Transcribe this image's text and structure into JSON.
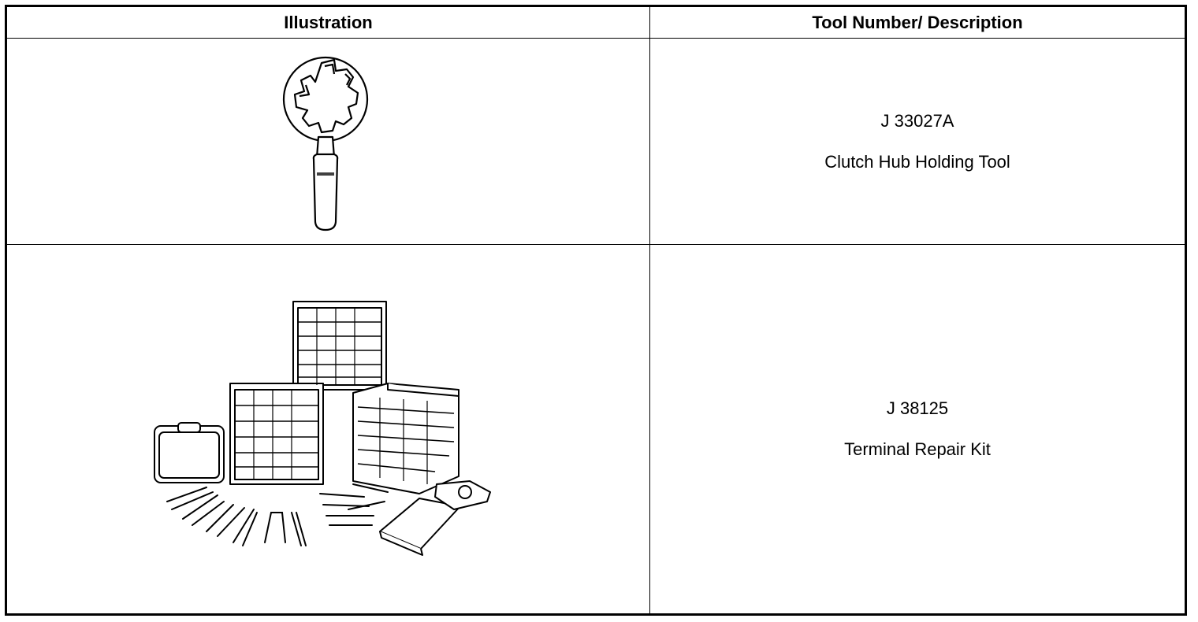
{
  "table": {
    "headers": [
      "Illustration",
      "Tool Number/ Description"
    ],
    "rows": [
      {
        "illustration": "clutch-hub-holding-tool-drawing",
        "tool_number": "J 33027A",
        "description": "Clutch Hub Holding Tool"
      },
      {
        "illustration": "terminal-repair-kit-drawing",
        "tool_number": "J 38125",
        "description": "Terminal Repair Kit"
      }
    ]
  }
}
